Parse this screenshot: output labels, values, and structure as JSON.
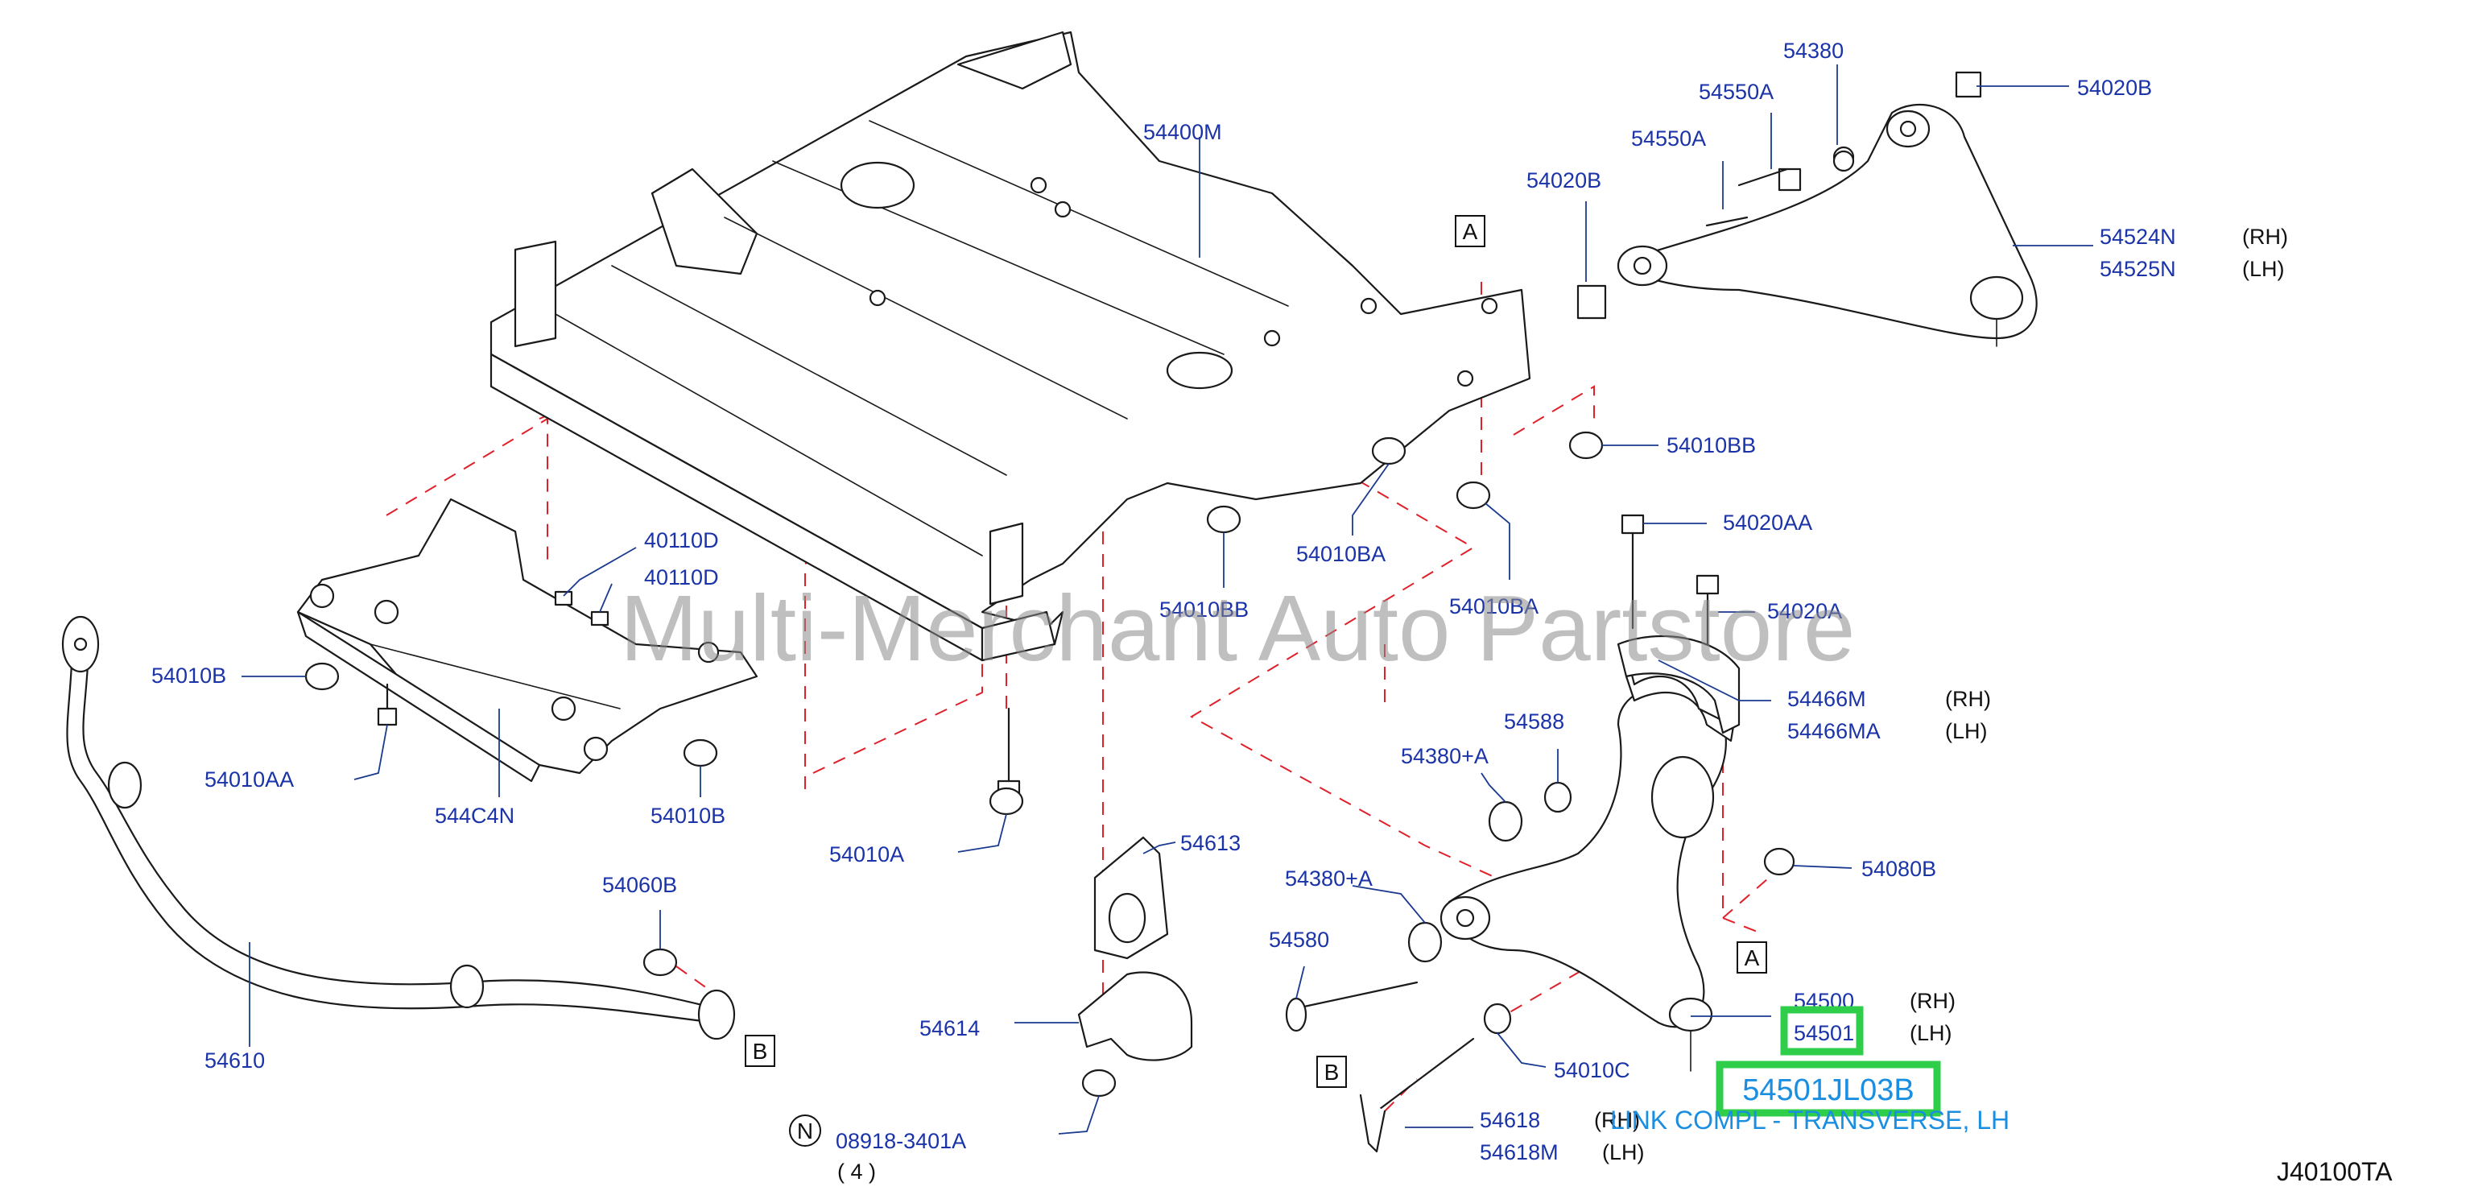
{
  "diagram": {
    "watermark": "Multi-Merchant Auto Partstore",
    "diagram_code": "J40100TA",
    "highlight": {
      "part_number": "54501JL03B",
      "description": "LINK COMPL - TRANSVERSE, LH"
    },
    "ref_marks": {
      "A": "A",
      "B": "B",
      "N": "N"
    },
    "labels": {
      "p54400M": "54400M",
      "p54380_top": "54380",
      "p54550A_1": "54550A",
      "p54550A_2": "54550A",
      "p54020B_1": "54020B",
      "p54020B_2": "54020B",
      "p54524N": "54524N",
      "p54525N": "54525N",
      "p54010BB_1": "54010BB",
      "p54020AA": "54020AA",
      "p54010BA_1": "54010BA",
      "p54010BA_2": "54010BA",
      "p54010BB_2": "54010BB",
      "p54020A": "54020A",
      "p40110D_1": "40110D",
      "p40110D_2": "40110D",
      "p54010B_1": "54010B",
      "p54010AA": "54010AA",
      "p544C4N": "544C4N",
      "p54010B_2": "54010B",
      "p54466M": "54466M",
      "p54466MA": "54466MA",
      "p54588": "54588",
      "p54380A_1": "54380+A",
      "p54010A": "54010A",
      "p54613": "54613",
      "p54380A_2": "54380+A",
      "p54080B": "54080B",
      "p54060B": "54060B",
      "p54580": "54580",
      "p54500": "54500",
      "p54501": "54501",
      "p54610": "54610",
      "p54614": "54614",
      "p54010C": "54010C",
      "p54618": "54618",
      "p54618M": "54618M",
      "p08918": "08918-3401A",
      "qty": "( 4 )"
    },
    "sides": {
      "rh": "(RH)",
      "lh": "(LH)"
    }
  }
}
